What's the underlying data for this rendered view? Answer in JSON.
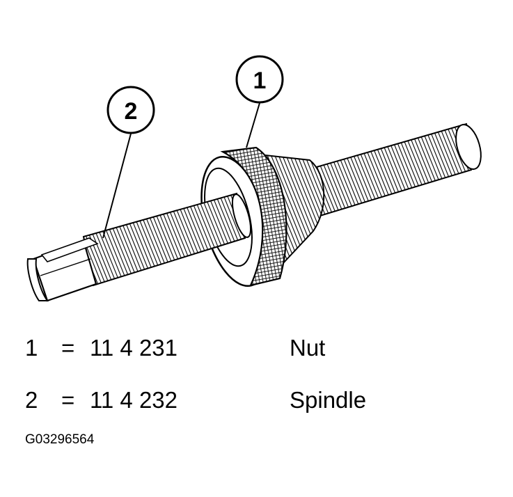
{
  "callouts": [
    {
      "number": "1"
    },
    {
      "number": "2"
    }
  ],
  "legend": [
    {
      "number": "1",
      "equals": "=",
      "part_number": "11 4 231",
      "name": "Nut"
    },
    {
      "number": "2",
      "equals": "=",
      "part_number": "11 4 232",
      "name": "Spindle"
    }
  ],
  "figure_id": "G03296564"
}
